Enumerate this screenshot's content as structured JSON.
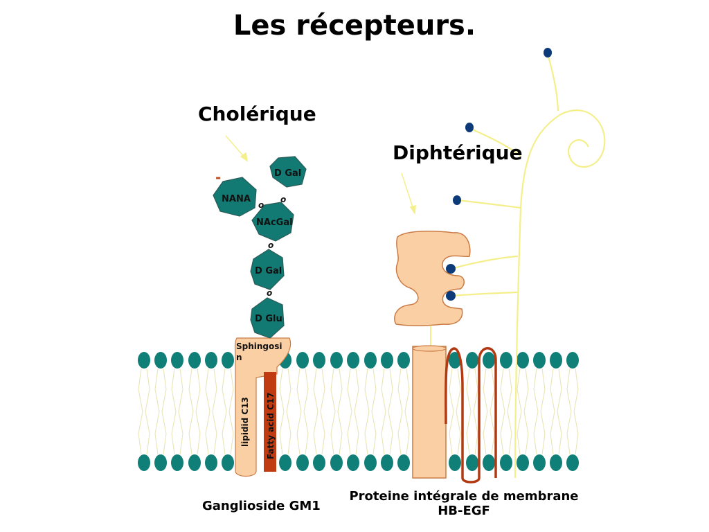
{
  "title": "Les récepteurs.",
  "labels": {
    "cholerique": "Cholérique",
    "diphterique": "Diphtérique",
    "ganglioside": "Ganglioside GM1",
    "proteine_line1": "Proteine intégrale de membrane",
    "proteine_line2": "HB-EGF",
    "minus": "-"
  },
  "sugars": {
    "d_gal_top": "D Gal",
    "nana": "NANA",
    "nacgal": "NAcGal",
    "d_gal": "D Gal",
    "d_glu": "D Glu",
    "bond": "o"
  },
  "lipid": {
    "sphingosine_1": "Sphingosi",
    "sphingosine_2": "n",
    "lipidid": "lipidid C13",
    "fatty_acid": "Fatty acid C17"
  },
  "colors": {
    "head": "#0f7f78",
    "sugar": "#127a72",
    "peach": "#fbcfa4",
    "peach_stroke": "#c97b45",
    "fatty": "#c13b12",
    "loop": "#b23a12",
    "yellow": "#f4ef8a",
    "node": "#0d3a78"
  }
}
